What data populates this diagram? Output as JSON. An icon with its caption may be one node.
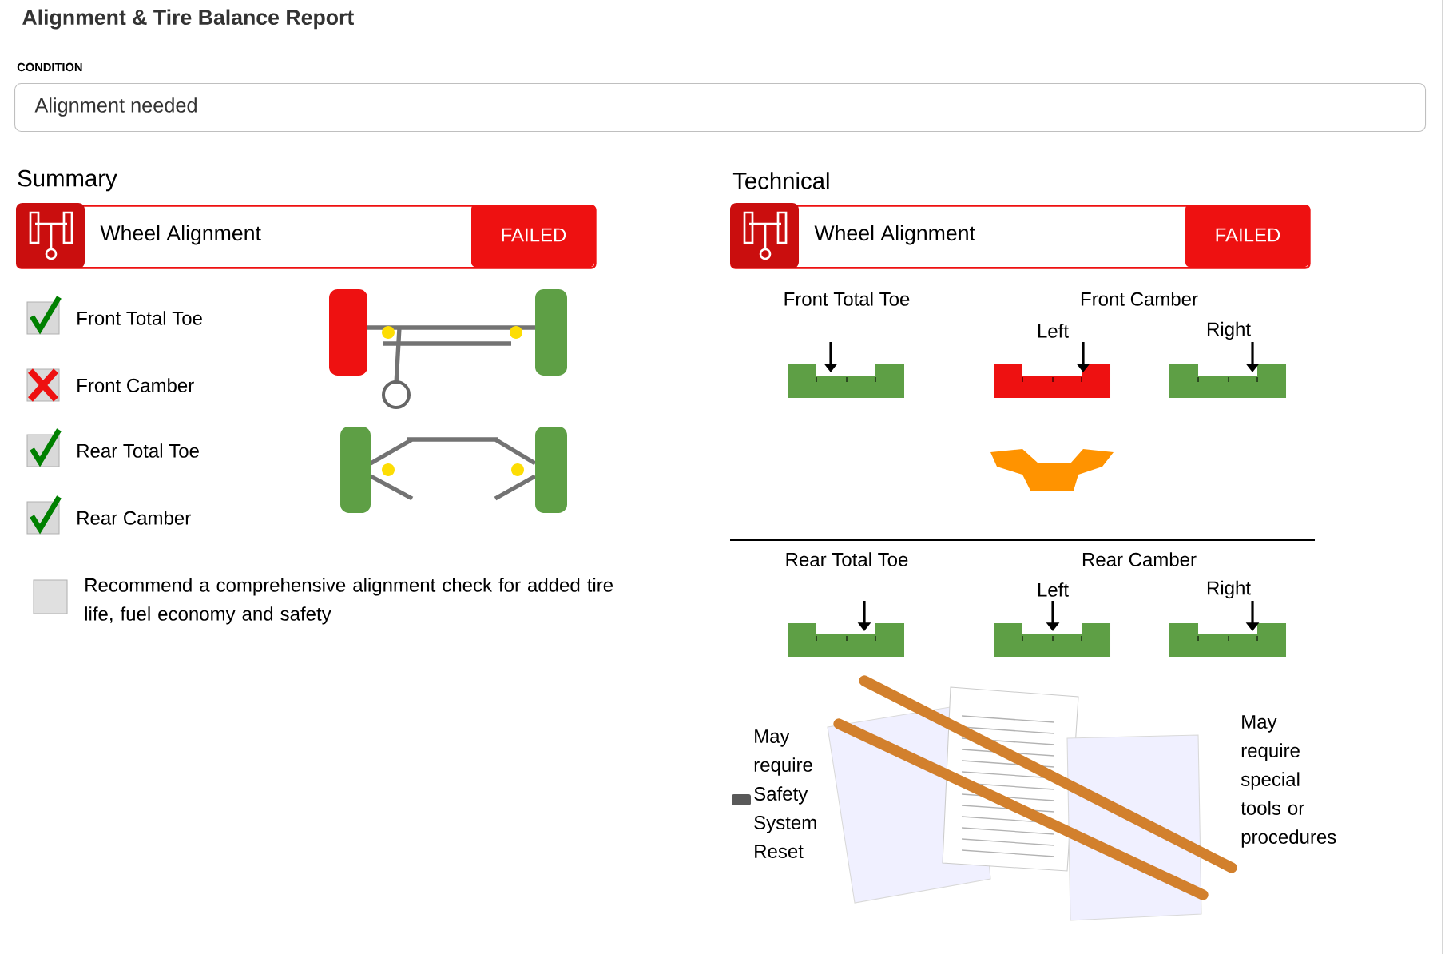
{
  "diagram": {
    "title": "Alignment & Tire Balance Report",
    "nodes": [
      {
        "text": [
          "Alignment needed"
        ]
      },
      {
        "text": [
          "Wheel Alignment",
          "FAILED"
        ]
      },
      {
        "text": [
          "Wheel Alignment",
          "FAILED"
        ]
      }
    ],
    "labels": [
      "CONDITION",
      "Summary",
      "Front Total Toe",
      "Front Camber",
      "Rear Total Toe",
      "Rear Camber",
      "Recommend a comprehensive alignment check for added tire life, fuel economy and safety",
      "Technical",
      "Front Total Toe",
      "Front Camber",
      "Left",
      "Right",
      "Rear Total Toe",
      "Rear Camber",
      "Left",
      "Right",
      "May require Safety System Reset",
      "May require special tools or procedures"
    ]
  }
}
